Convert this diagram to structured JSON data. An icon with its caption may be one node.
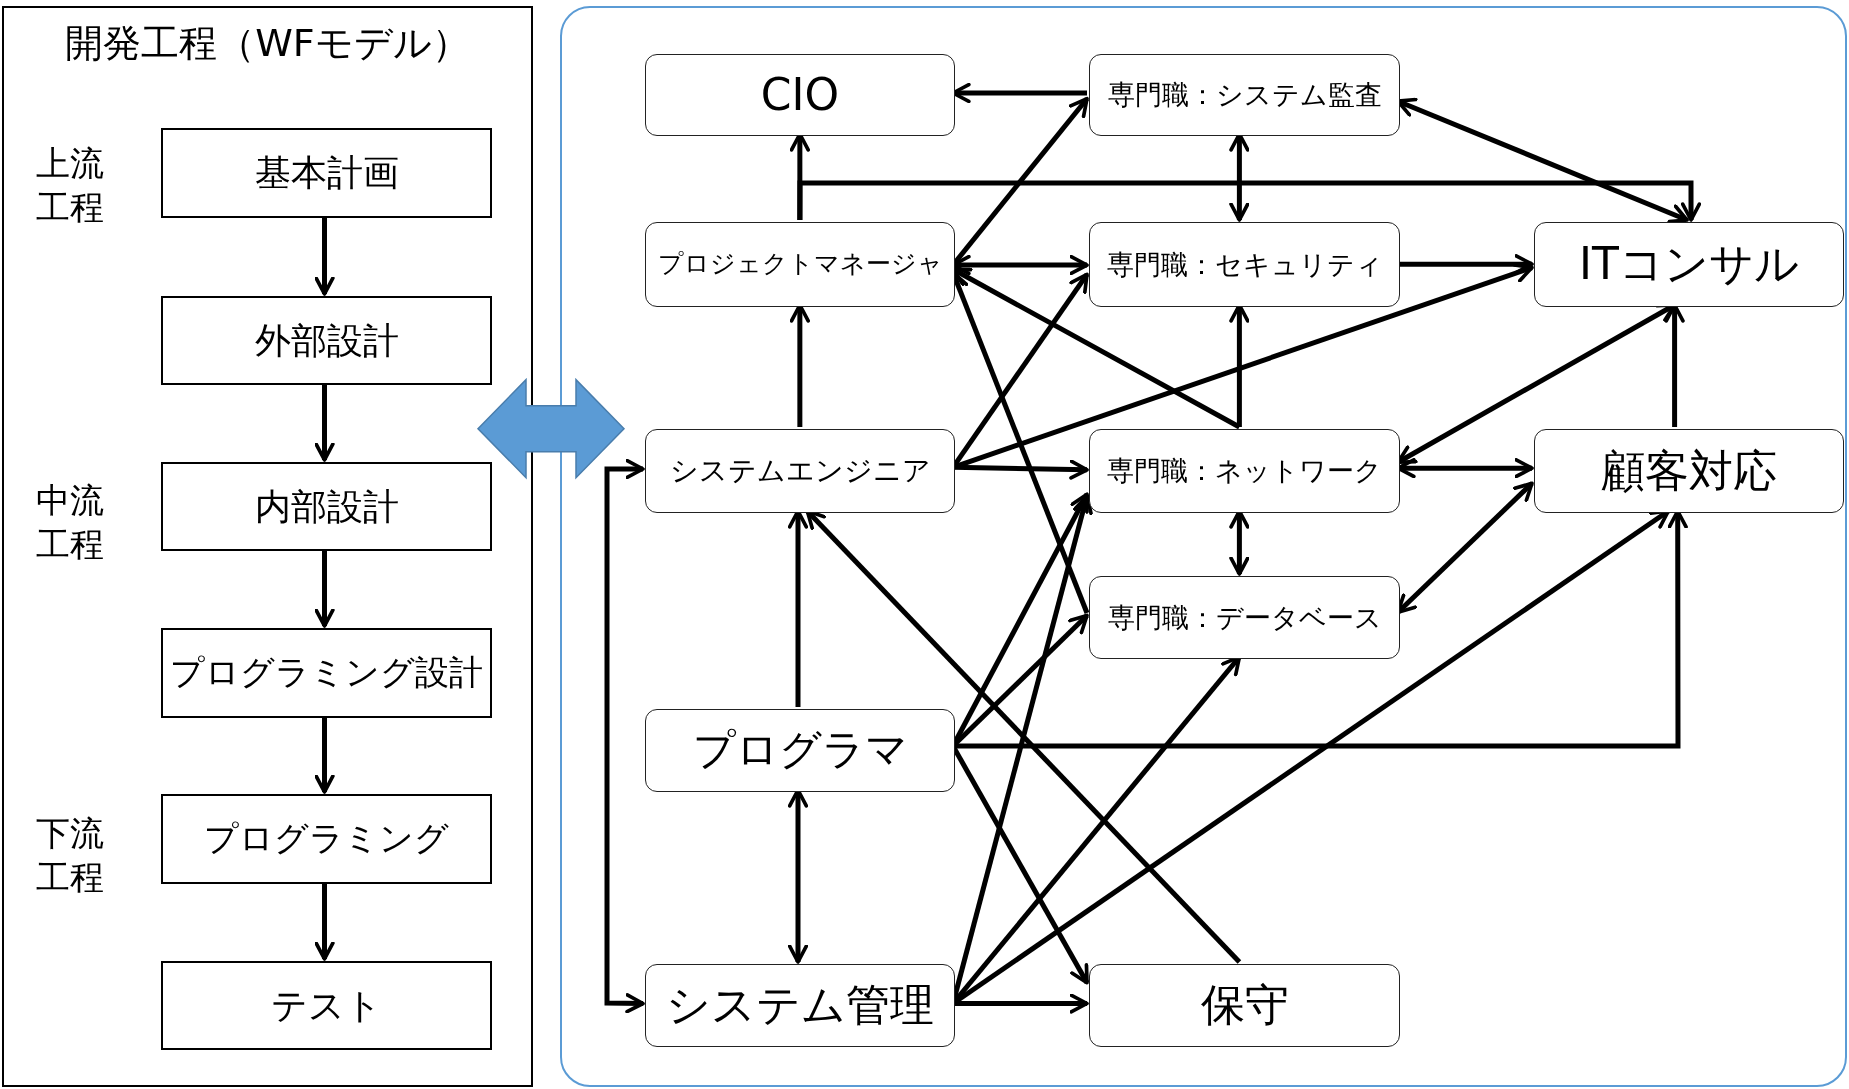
{
  "diagram": {
    "nodes": [
      {
        "text": [
          "開発工程（WFモデル）"
        ]
      },
      {
        "text": [
          "基本計画"
        ],
        "in": 0
      },
      {
        "text": [
          "外部設計"
        ],
        "in": 0
      },
      {
        "text": [
          "内部設計"
        ],
        "in": 0
      },
      {
        "text": [
          "プログラミング設計"
        ],
        "in": 0
      },
      {
        "text": [
          "プログラミング"
        ],
        "in": 0
      },
      {
        "text": [
          "テスト"
        ],
        "in": 0
      },
      {
        "text": [],
        "shape": "box"
      },
      {
        "text": [
          "CIO"
        ],
        "in": 7
      },
      {
        "text": [
          "専門職：システム監査"
        ],
        "in": 7
      },
      {
        "text": [
          "プロジェクトマネージャ"
        ],
        "in": 7
      },
      {
        "text": [
          "専門職：セキュリティ"
        ],
        "in": 7
      },
      {
        "text": [
          "ITコンサル"
        ],
        "in": 7
      },
      {
        "text": [
          "システムエンジニア"
        ],
        "in": 7
      },
      {
        "text": [
          "専門職：ネットワーク"
        ],
        "in": 7
      },
      {
        "text": [
          "顧客対応"
        ],
        "in": 7
      },
      {
        "text": [
          "専門職：データベース"
        ],
        "in": 7
      },
      {
        "text": [
          "プログラマ"
        ],
        "in": 7
      },
      {
        "text": [
          "システム管理"
        ],
        "in": 7
      },
      {
        "text": [
          "保守"
        ],
        "in": 7
      }
    ],
    "edges": [
      {
        "from": 1,
        "to": 2,
        "arrow": "to"
      },
      {
        "from": 2,
        "to": 3,
        "arrow": "to"
      },
      {
        "from": 3,
        "to": 4,
        "arrow": "to"
      },
      {
        "from": 4,
        "to": 5,
        "arrow": "to"
      },
      {
        "from": 5,
        "to": 6,
        "arrow": "to"
      },
      {
        "from": 0,
        "to": 7,
        "arrow": "both",
        "style": "thick",
        "color": "#5b9bd5"
      },
      {
        "from": 9,
        "to": 8,
        "arrow": "to"
      },
      {
        "from": 10,
        "to": 8,
        "arrow": "to"
      },
      {
        "from": 10,
        "to": 12,
        "arrow": "to"
      },
      {
        "from": 10,
        "to": 9,
        "arrow": "to"
      },
      {
        "from": 10,
        "to": 11,
        "arrow": "both"
      },
      {
        "from": 9,
        "to": 11,
        "arrow": "both"
      },
      {
        "from": 9,
        "to": 12,
        "arrow": "both"
      },
      {
        "from": 11,
        "to": 12,
        "arrow": "to"
      },
      {
        "from": 13,
        "to": 10,
        "arrow": "to"
      },
      {
        "from": 13,
        "to": 11,
        "arrow": "to"
      },
      {
        "from": 13,
        "to": 12,
        "arrow": "to"
      },
      {
        "from": 13,
        "to": 14,
        "arrow": "to"
      },
      {
        "from": 14,
        "to": 10,
        "arrow": "to"
      },
      {
        "from": 14,
        "to": 11,
        "arrow": "to"
      },
      {
        "from": 16,
        "to": 10,
        "arrow": "to"
      },
      {
        "from": 14,
        "to": 15,
        "arrow": "both"
      },
      {
        "from": 14,
        "to": 12,
        "arrow": "both"
      },
      {
        "from": 15,
        "to": 12,
        "arrow": "to"
      },
      {
        "from": 14,
        "to": 16,
        "arrow": "both"
      },
      {
        "from": 16,
        "to": 15,
        "arrow": "both"
      },
      {
        "from": 17,
        "to": 13,
        "arrow": "to"
      },
      {
        "from": 17,
        "to": 14,
        "arrow": "to"
      },
      {
        "from": 17,
        "to": 16,
        "arrow": "to"
      },
      {
        "from": 17,
        "to": 15,
        "arrow": "to"
      },
      {
        "from": 17,
        "to": 19,
        "arrow": "to"
      },
      {
        "from": 17,
        "to": 18,
        "arrow": "both"
      },
      {
        "from": 19,
        "to": 13,
        "arrow": "to"
      },
      {
        "from": 18,
        "to": 14,
        "arrow": "to"
      },
      {
        "from": 18,
        "to": 16,
        "arrow": "to"
      },
      {
        "from": 18,
        "to": 15,
        "arrow": "to"
      },
      {
        "from": 18,
        "to": 19,
        "arrow": "to"
      },
      {
        "from": 13,
        "to": 18,
        "arrow": "both"
      }
    ],
    "labels": [
      "上流工程",
      "中流工程",
      "下流工程"
    ]
  }
}
